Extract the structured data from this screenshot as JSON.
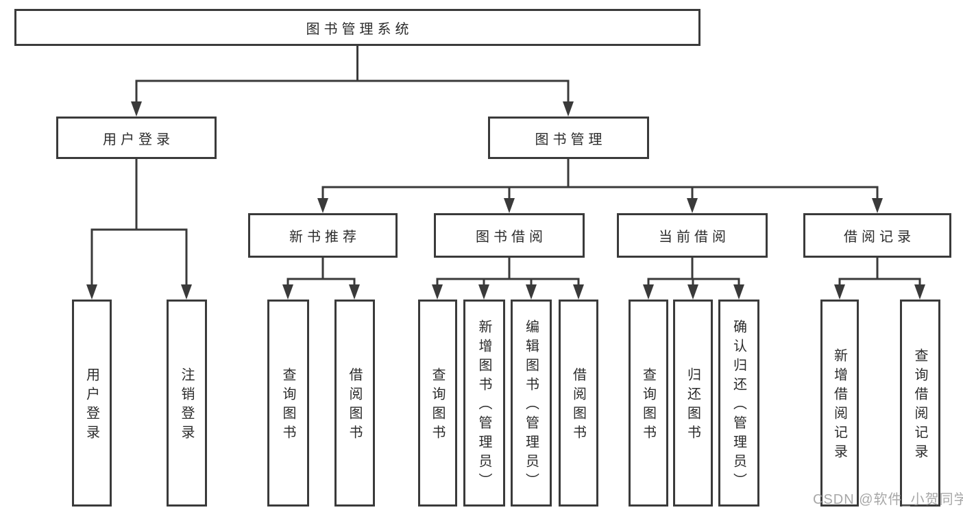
{
  "diagram": {
    "root": {
      "label": "图书管理系统"
    },
    "user_login": {
      "label": "用户登录",
      "children": [
        {
          "label": "用户登录"
        },
        {
          "label": "注销登录"
        }
      ]
    },
    "book_mgmt": {
      "label": "图书管理",
      "children": [
        {
          "label": "新书推荐",
          "children": [
            {
              "label": "查询图书"
            },
            {
              "label": "借阅图书"
            }
          ]
        },
        {
          "label": "图书借阅",
          "children": [
            {
              "label": "查询图书"
            },
            {
              "label": "新增图书（管理员）"
            },
            {
              "label": "编辑图书（管理员）"
            },
            {
              "label": "借阅图书"
            }
          ]
        },
        {
          "label": "当前借阅",
          "children": [
            {
              "label": "查询图书"
            },
            {
              "label": "归还图书"
            },
            {
              "label": "确认归还（管理员）"
            }
          ]
        },
        {
          "label": "借阅记录",
          "children": [
            {
              "label": "新增借阅记录"
            },
            {
              "label": "查询借阅记录"
            }
          ]
        }
      ]
    }
  },
  "watermark": {
    "text": "CSDN @软件_小贺同学"
  },
  "colors": {
    "line": "#3a3a3a",
    "box_border": "#3a3a3a",
    "text": "#2b2b2b",
    "watermark": "#9e9e9e",
    "background": "#ffffff"
  }
}
